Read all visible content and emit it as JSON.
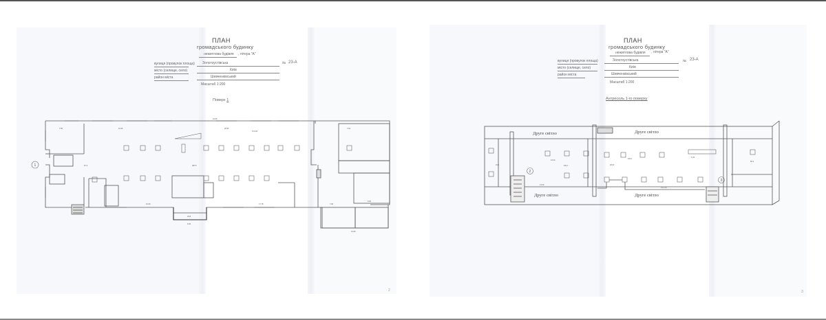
{
  "document": {
    "pages": [
      {
        "id": "left",
        "title": "ПЛАН",
        "subtitle": "громадського будинку",
        "building_type": "нежитлова будівля",
        "litera_label": ", літера",
        "litera": "\"А\"",
        "street_label": "вулиця (провулок площа)",
        "street": "Золотоустівська",
        "number_label": "№",
        "number": "23-А",
        "city_label": "місто (селище, село)",
        "city": "Київ",
        "district_label": "район міста",
        "district": "Шевченківський",
        "scale": "Масштаб 1:200",
        "floor_label": "Поверх",
        "floor": "1",
        "axis_marker": "1",
        "page_number": "2"
      },
      {
        "id": "right",
        "title": "ПЛАН",
        "subtitle": "громадського будинку",
        "building_type": "нежитлова будівля",
        "litera_label": ", літера",
        "litera": "\"А\"",
        "street_label": "вулиця (провулок площа)",
        "street": "Золотоустівська",
        "number_label": "№",
        "number": "23-А",
        "city_label": "місто (селище, село)",
        "city": "Київ",
        "district_label": "район міста",
        "district": "Шевченківський",
        "scale": "Масштаб 1:200",
        "floor_caption": "Антресоль 1-го поверху",
        "second_light_label": "Друге світло",
        "axis_markers": [
          "2",
          "3"
        ],
        "page_number": "3"
      }
    ],
    "left_plan_dims": {
      "overall_top": "31.05",
      "seg1": "7.50",
      "seg2": "16.25",
      "seg3": "28.36",
      "seg4": "7.62",
      "height_mark": "h=4.00",
      "bottom1": "10.60",
      "bottom2": "17.78",
      "bottom3": "7.90",
      "bottom4": "5.60",
      "room_main_area": "487.5",
      "room_left_area": "67.3",
      "annex_width": "6.00",
      "annex_area": "22.8",
      "lower_right_total": "13.50"
    },
    "right_plan_dims": {
      "room2_area": "181.1",
      "room3_area": "222.1",
      "room1_area": "43.3",
      "room4_area": "50.3",
      "dim_a": "16.24",
      "dim_b": "29.97",
      "dim_c": "5.33",
      "dim_d": "14.2.14",
      "dim_e": "13.20"
    }
  }
}
